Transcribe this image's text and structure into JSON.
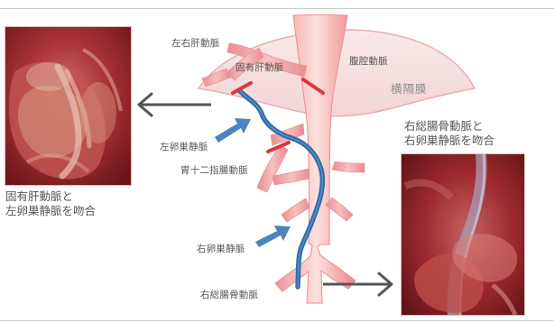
{
  "labels": {
    "left_right_hepatic_artery": "左右肝動脈",
    "proper_hepatic_artery": "固有肝動脈",
    "celiac_artery": "腹腔動脈",
    "diaphragm": "横隔膜",
    "left_ovarian_vein": "左卵巣静脈",
    "gastroduodenal_artery": "胃十二指腸動脈",
    "right_ovarian_vein": "右卵巣静脈",
    "right_common_iliac_artery": "右総腸骨動脈"
  },
  "captions": {
    "left_photo": [
      "固有肝動脈と",
      "左卵巣静脈を吻合"
    ],
    "right_photo": [
      "右総腸骨動脈と",
      "右卵巣静脈を吻合"
    ]
  },
  "colors": {
    "artery": "#f2a1a1",
    "artery_shadow": "#e57f84",
    "vein": "#3f7fb7",
    "arrow_blue": "#4a86bd",
    "arrow_dark": "#555555",
    "ligation_mark": "#d9383f",
    "diaphragm_fill": "#f8e3e3",
    "diaphragm_stroke": "#e7a8a8"
  }
}
